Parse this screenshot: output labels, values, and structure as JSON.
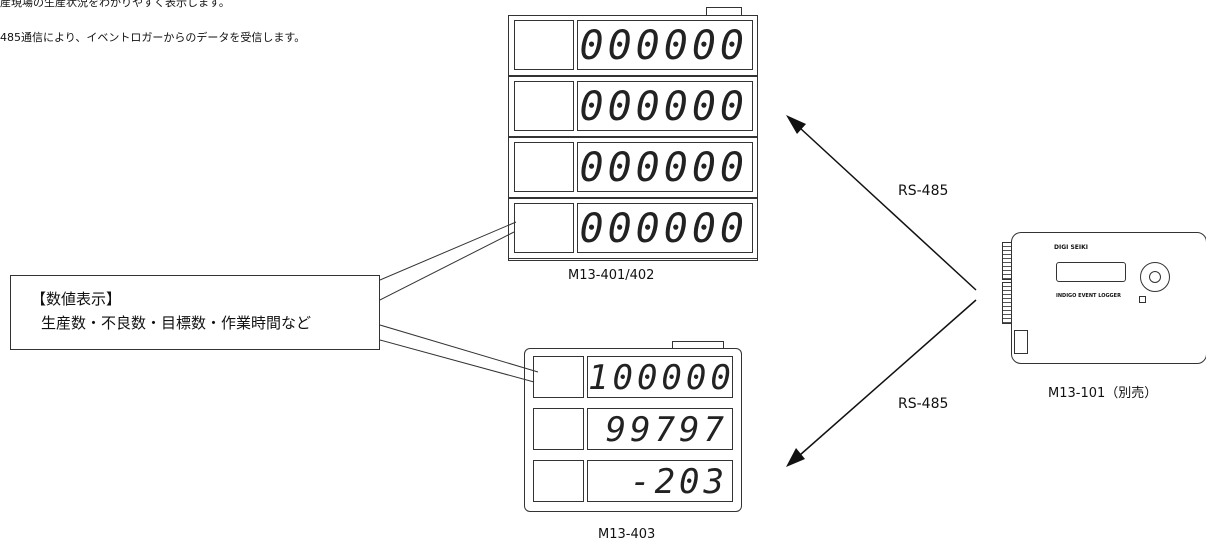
{
  "description": {
    "line1": "産現場の生産状況をわかりやすく表示します。",
    "line2": "485通信により、イベントロガーからのデータを受信します。"
  },
  "callout": {
    "title": "【数値表示】",
    "body": "生産数・不良数・目標数・作業時間など"
  },
  "display_top": {
    "model": "M13-401/402",
    "rows": [
      "000000",
      "000000",
      "000000",
      "000000"
    ]
  },
  "display_bottom": {
    "model": "M13-403",
    "rows": [
      "100000",
      "99797",
      "-203"
    ]
  },
  "logger": {
    "model": "M13-101（別売）",
    "brand": "DIGI SEIKI",
    "label": "INDIGO EVENT LOGGER"
  },
  "links": {
    "upper_label": "RS-485",
    "lower_label": "RS-485"
  }
}
